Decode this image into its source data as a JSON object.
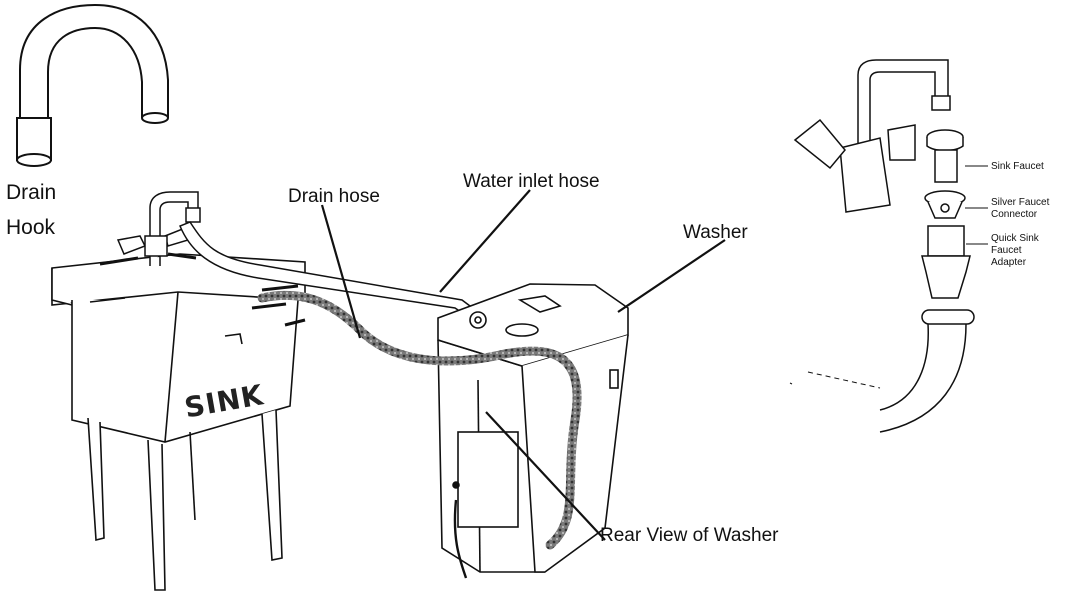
{
  "labels": {
    "drain_hook_line1": "Drain",
    "drain_hook_line2": "Hook",
    "drain_hose": "Drain hose",
    "water_inlet_hose": "Water inlet hose",
    "washer": "Washer",
    "rear_view": "Rear View of Washer",
    "sink": "SINK",
    "sink_faucet": "Sink Faucet",
    "silver_faucet_connector_line1": "Silver Faucet",
    "silver_faucet_connector_line2": "Connector",
    "quick_adapter_line1": "Quick Sink",
    "quick_adapter_line2": "Faucet",
    "quick_adapter_line3": "Adapter"
  },
  "colors": {
    "line": "#111111",
    "hose": "#6b6b6b",
    "hose_dark": "#3a3a3a"
  }
}
